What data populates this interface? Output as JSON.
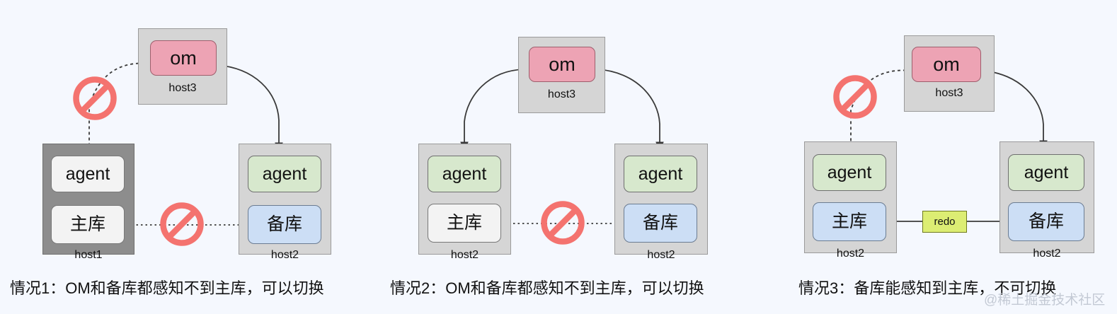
{
  "diagram": {
    "background_color": "#f5f8fe",
    "title_absent": true
  },
  "labels": {
    "om": "om",
    "agent": "agent",
    "primary_db": "主库",
    "standby_db": "备库",
    "host1": "host1",
    "host2": "host2",
    "host3": "host3",
    "redo": "redo"
  },
  "colors": {
    "om_fill": "#eda3b4",
    "agent_fill": "#d7e8cd",
    "db_fill": "#ccdef5",
    "off_fill": "#f3f3f3",
    "host_fill": "#d5d5d5",
    "host_dim_fill": "#8d8d8d",
    "redo_fill": "#dced73",
    "forbidden": "#f4736f",
    "bolt": "#ee2222"
  },
  "panels": [
    {
      "id": "case1",
      "caption": "情况1：OM和备库都感知不到主库，可以切换",
      "om_host": "host3",
      "left_host": "host1",
      "right_host": "host2",
      "left_host_state": "unreachable",
      "left_agent_state": "offline",
      "left_db_state": "offline",
      "right_agent_state": "online",
      "right_db_state": "online",
      "om_to_left_link": "blocked",
      "om_to_right_link": "ok",
      "replication_link": "blocked",
      "replication_label": "",
      "bolt_on_primary": false
    },
    {
      "id": "case2",
      "caption": "情况2：OM和备库都感知不到主库，可以切换",
      "om_host": "host3",
      "left_host": "host2",
      "right_host": "host2",
      "left_host_state": "reachable",
      "left_agent_state": "online",
      "left_db_state": "offline",
      "right_agent_state": "online",
      "right_db_state": "online",
      "om_to_left_link": "ok",
      "om_to_right_link": "ok",
      "replication_link": "blocked",
      "replication_label": "",
      "bolt_on_primary": true
    },
    {
      "id": "case3",
      "caption": "情况3：备库能感知到主库，不可切换",
      "om_host": "host3",
      "left_host": "host2",
      "right_host": "host2",
      "left_host_state": "reachable",
      "left_agent_state": "online",
      "left_db_state": "online",
      "right_agent_state": "online",
      "right_db_state": "online",
      "om_to_left_link": "blocked",
      "om_to_right_link": "ok",
      "replication_link": "ok",
      "replication_label": "redo",
      "bolt_on_primary": false
    }
  ],
  "watermark": {
    "text": "@稀土掘金技术社区"
  }
}
